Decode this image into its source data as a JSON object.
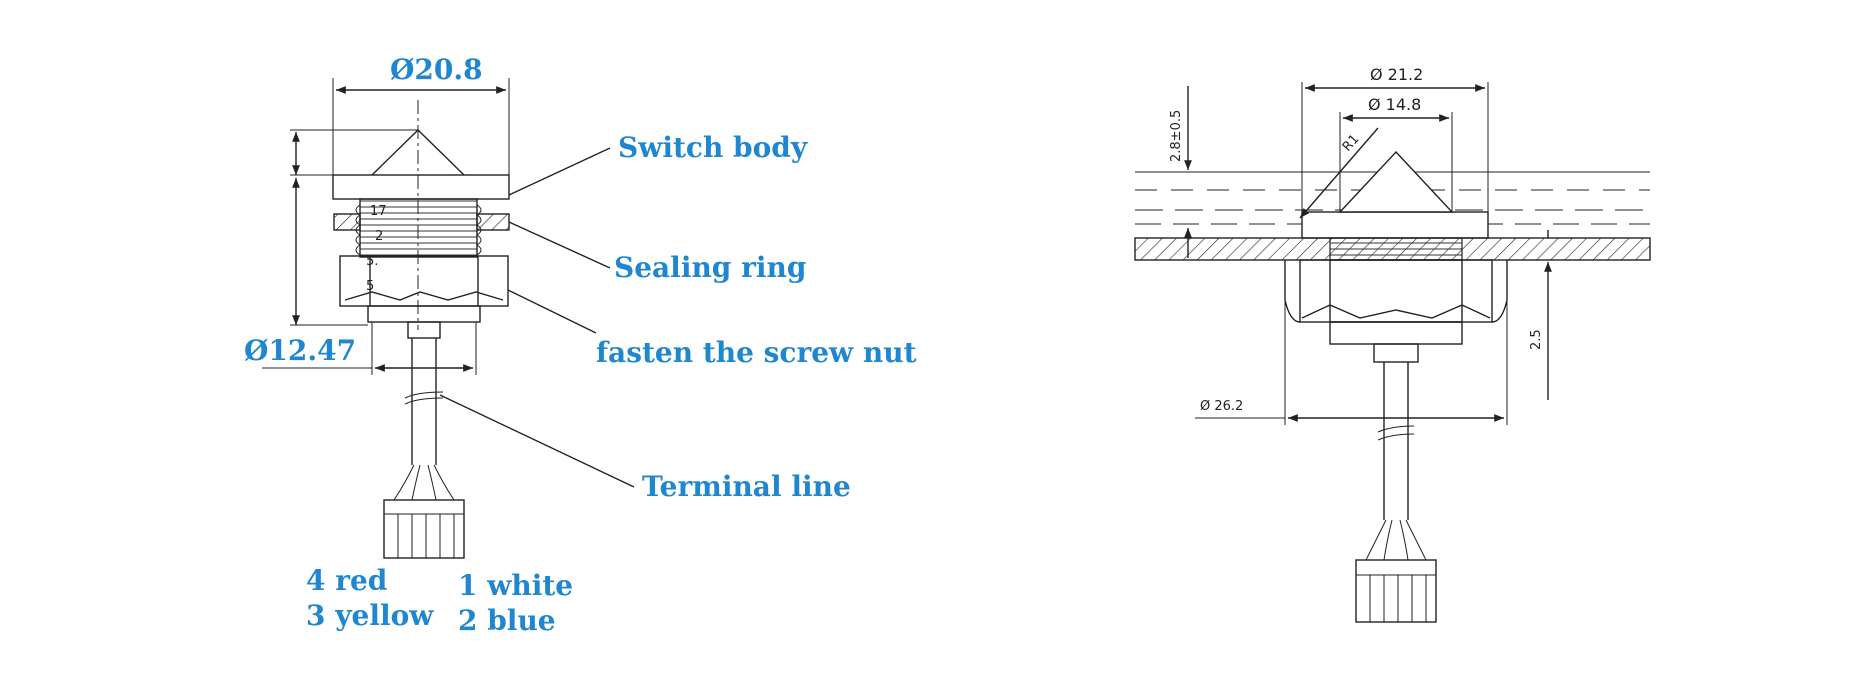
{
  "left": {
    "dim_top": "Ø20.8",
    "dim_bottom": "Ø12.47",
    "small_marks": [
      "17",
      "2",
      "5.",
      "5"
    ],
    "callouts": {
      "switch_body": "Switch body",
      "sealing_ring": "Sealing ring",
      "screw_nut": "fasten the screw nut",
      "terminal_line": "Terminal line"
    },
    "wires": {
      "w4": "4 red",
      "w3": "3 yellow",
      "w1": "1 white",
      "w2": "2 blue"
    }
  },
  "right": {
    "dim_outer": "Ø 21.2",
    "dim_inner": "Ø 14.8",
    "radius": "R1",
    "depth": "2.8±0.5",
    "thickness": "2.5",
    "dim_bottom": "Ø 26.2"
  },
  "colors": {
    "label": "#1f86d0",
    "line": "#222222"
  }
}
